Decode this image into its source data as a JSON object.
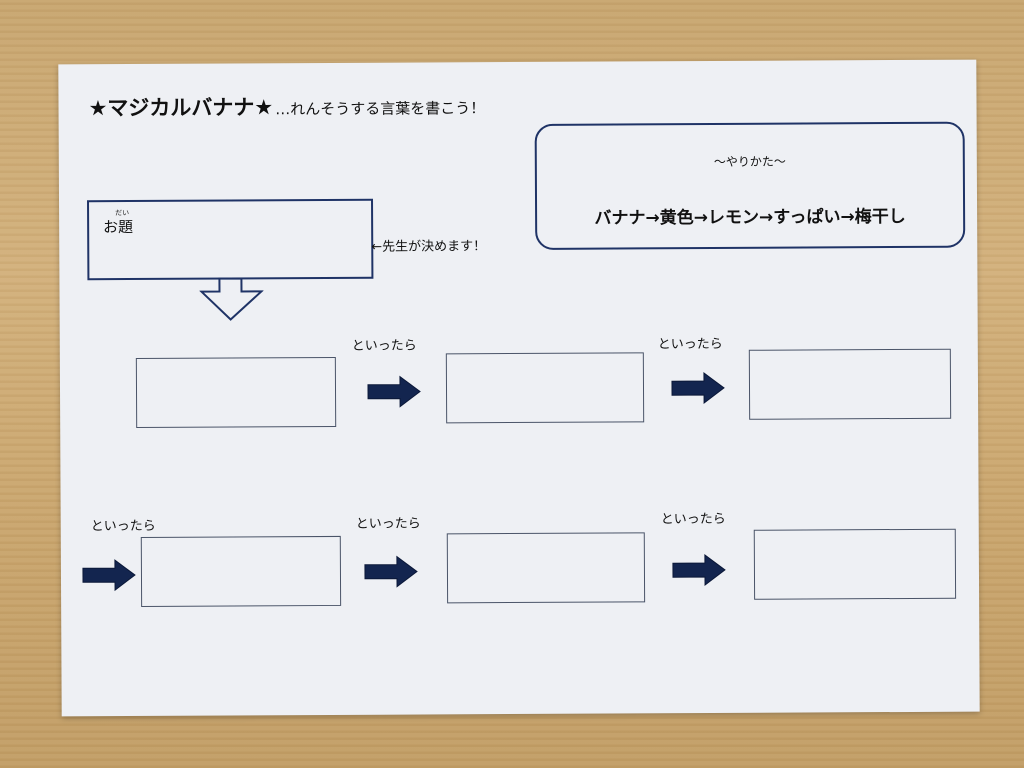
{
  "worksheet": {
    "title": "★マジカルバナナ★",
    "subtitle": "…れんそうする言葉を書こう！",
    "howto": {
      "heading": "～やりかた～",
      "example": "バナナ→黄色→レモン→すっぱい→梅干し"
    },
    "topic": {
      "label": "お題",
      "ruby": "だい",
      "note": "←先生が決めます！"
    },
    "connector_label": "といったら"
  }
}
